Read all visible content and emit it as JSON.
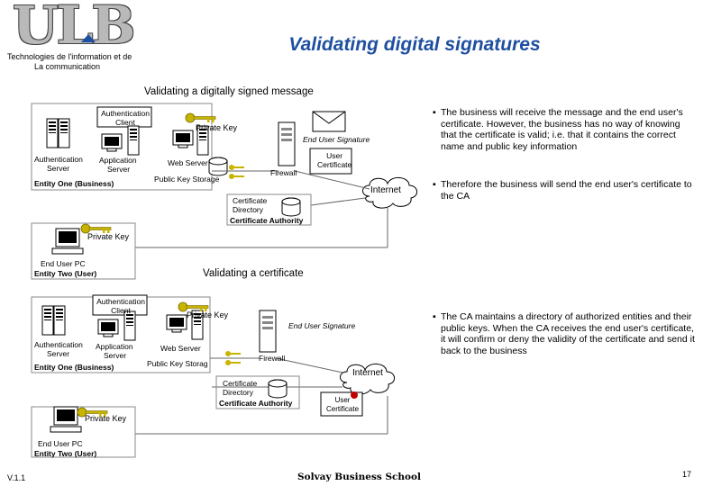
{
  "logo": {
    "text": "ULB"
  },
  "organization": {
    "line1": "Technologies de l'information et de",
    "line2": "La communication"
  },
  "title": "Validating digital signatures",
  "section1": {
    "heading": "Validating a digitally signed message",
    "labels": {
      "auth_client": [
        "Authentication",
        "Client"
      ],
      "private_key": "Private Key",
      "auth_server": [
        "Authentication",
        "Server"
      ],
      "app_server": [
        "Application",
        "Server"
      ],
      "web_server": "Web Server",
      "pk_storage": "Public Key Storage",
      "firewall": "Firewall",
      "entity_one": "Entity One (Business)",
      "end_user_sig": "End User Signature",
      "user_cert": [
        "User",
        "Certificate"
      ],
      "internet": "Internet",
      "cert_dir": [
        "Certificate",
        "Directory"
      ],
      "cert_auth": "Certificate Authority",
      "pc_private_key": "Private Key",
      "end_user_pc": "End User PC",
      "entity_two": "Entity Two (User)"
    },
    "bullets": [
      "The business will receive the message and the end user's certificate. However, the business has no way of knowing that the certificate is valid; i.e. that it contains the correct name and public key information",
      "Therefore the business will send the end user's certificate to the CA"
    ]
  },
  "section2": {
    "heading": "Validating a certificate",
    "labels": {
      "auth_client": [
        "Authentication",
        "Client"
      ],
      "private_key": "Private Key",
      "auth_server": [
        "Authentication",
        "Server"
      ],
      "app_server": [
        "Application",
        "Server"
      ],
      "web_server": "Web Server",
      "pk_storage": "Public Key Storag",
      "firewall": "Firewall",
      "entity_one": "Entity One (Business)",
      "end_user_sig": "End User Signature",
      "internet": "Internet",
      "cert_dir": [
        "Certificate",
        "Directory"
      ],
      "cert_auth": "Certificate Authority",
      "user_cert": [
        "User",
        "Certificate"
      ],
      "pc_private_key": "Private Key",
      "end_user_pc": "End User PC",
      "entity_two": "Entity Two (User)"
    },
    "bullets": [
      "The CA maintains a directory of authorized entities and their public keys. When the CA receives the end user's certificate, it will confirm or deny the validity of the certificate and send it back to the business"
    ]
  },
  "footer": {
    "version": "V.1.1",
    "school": "Solvay Business School",
    "page": "17"
  },
  "colors": {
    "title": "#1f4fa0",
    "key": "#c8b400",
    "cloud": "#ffffff",
    "line": "#666666"
  }
}
